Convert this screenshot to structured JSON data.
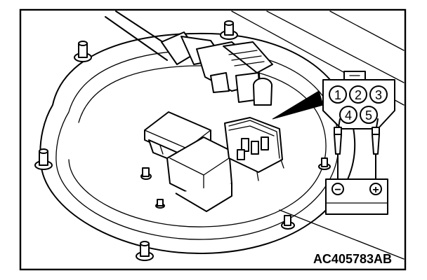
{
  "figure": {
    "code": "AC405783AB"
  },
  "connector": {
    "pins": [
      "1",
      "2",
      "3",
      "4",
      "5"
    ]
  },
  "battery": {
    "negative_symbol": "−",
    "positive_symbol": "+"
  },
  "icons": {
    "battery": "battery-icon",
    "bolt": "bolt-icon",
    "connector": "connector-icon",
    "pointer": "arrow-pointer-icon",
    "probe": "test-probe-icon"
  },
  "colors": {
    "line": "#000000",
    "background": "#ffffff"
  }
}
